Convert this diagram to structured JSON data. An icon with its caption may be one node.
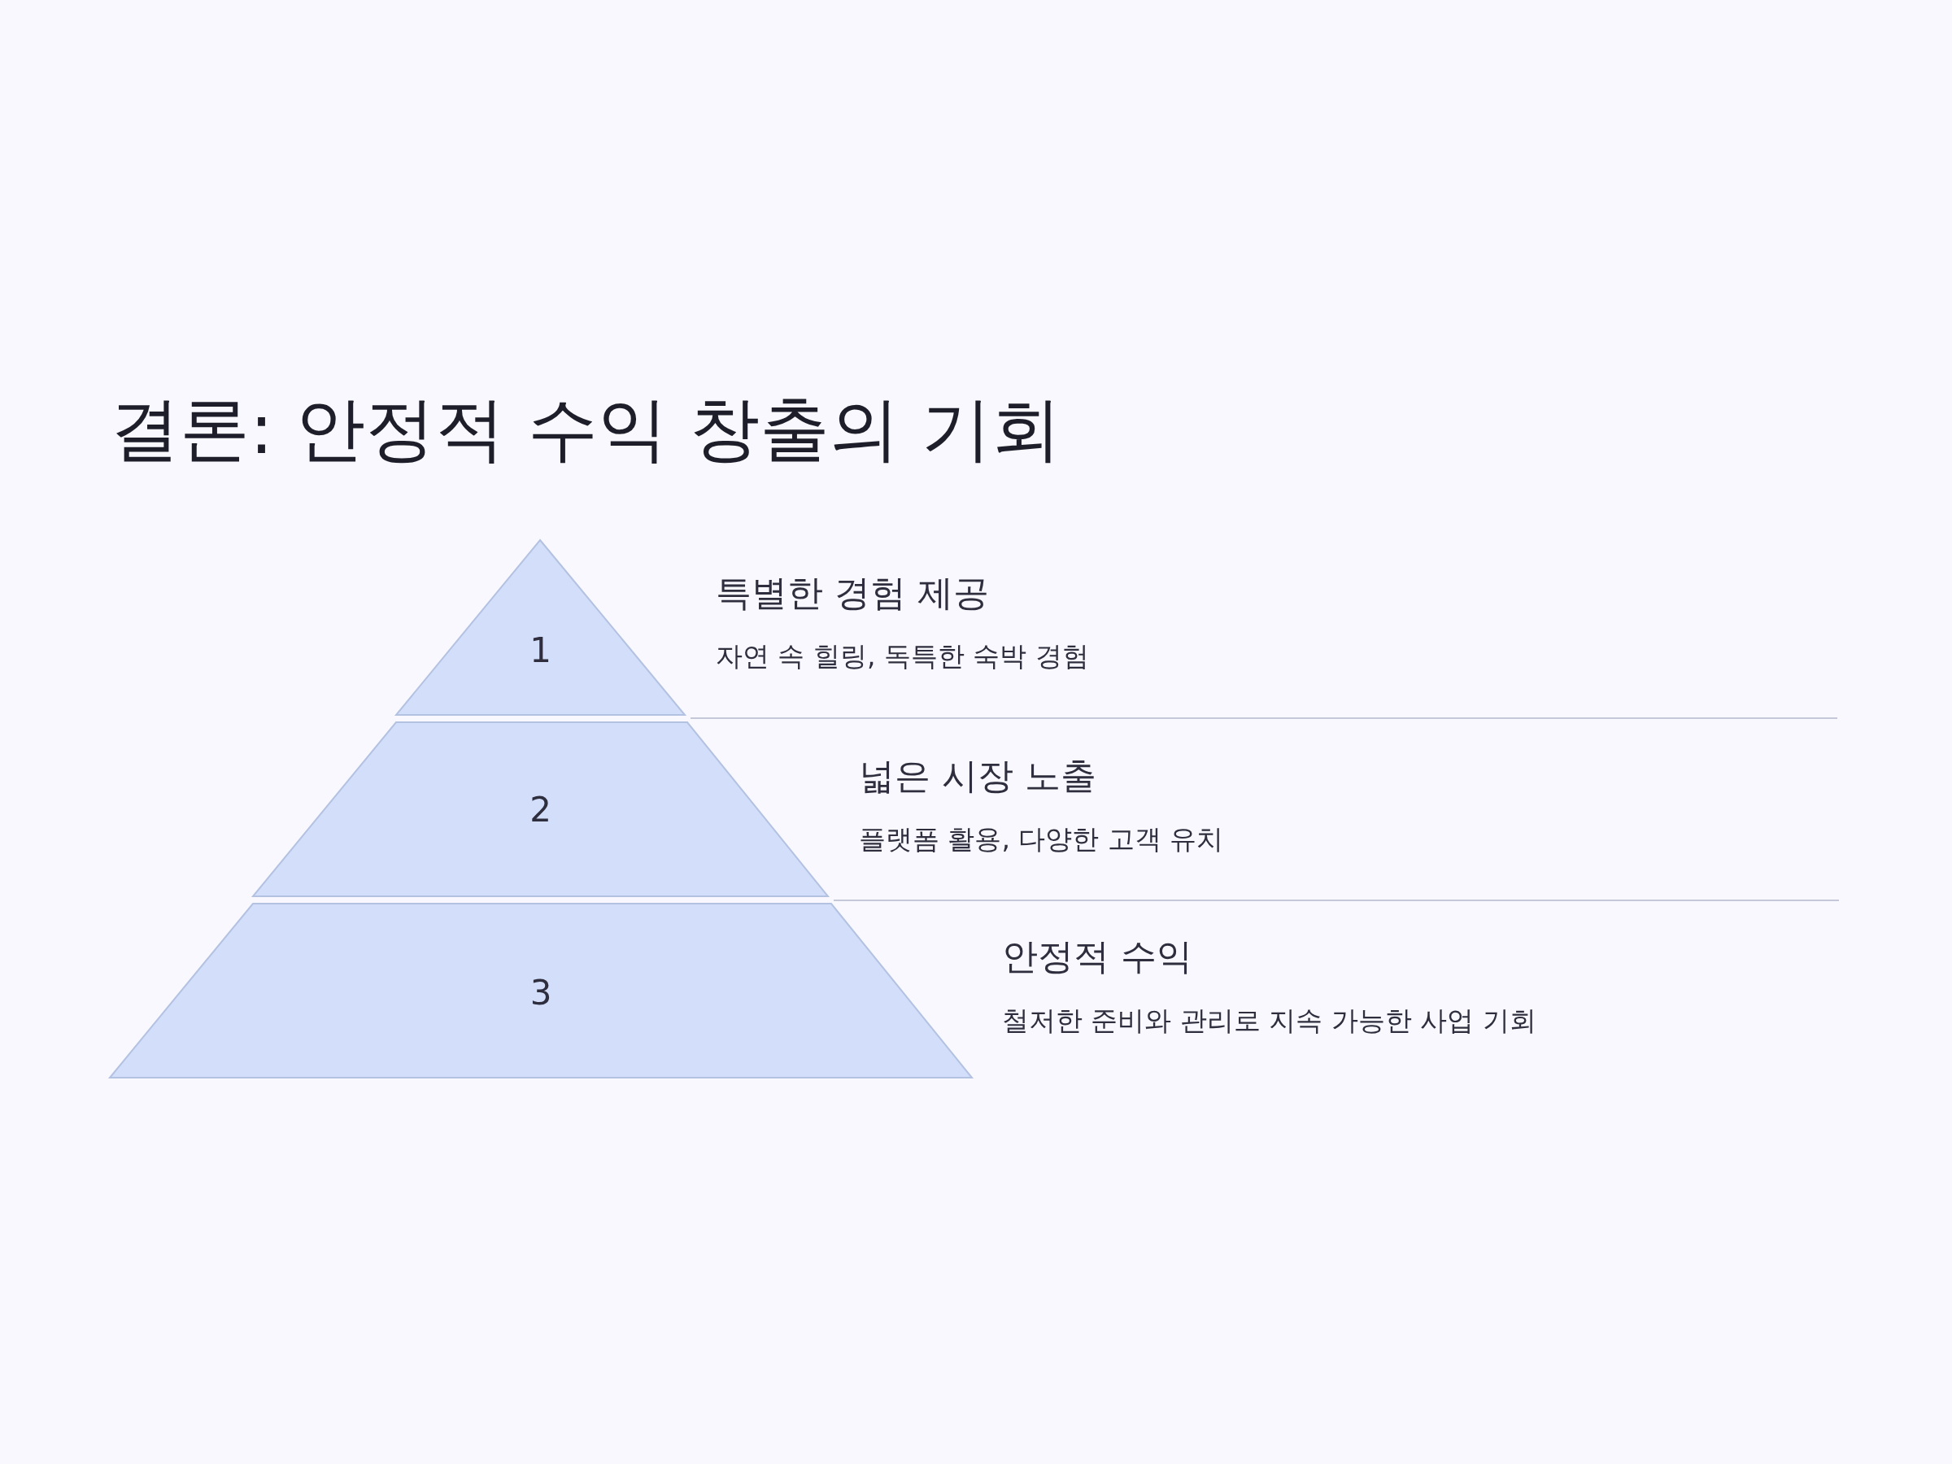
{
  "diagram": {
    "title": "결론: 안정적 수익 창출의 기회",
    "nodes": [
      {
        "text": [
          "1"
        ],
        "beside": [
          "특별한 경험 제공",
          "자연 속 힐링, 독특한 숙박 경험"
        ]
      },
      {
        "text": [
          "2"
        ],
        "beside": [
          "넓은 시장 노출",
          "플랫폼 활용, 다양한 고객 유치"
        ]
      },
      {
        "text": [
          "3"
        ],
        "beside": [
          "안정적 수익",
          "철저한 준비와 관리로 지속 가능한 사업 기회"
        ]
      }
    ]
  }
}
